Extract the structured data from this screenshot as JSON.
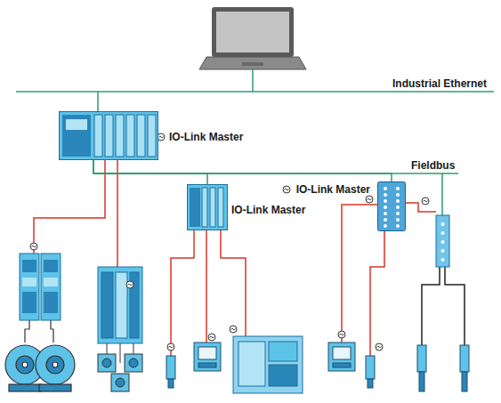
{
  "diagram": {
    "nodes": [
      {
        "text": [
          "IO-Link Master"
        ]
      },
      {
        "text": [
          "IO-Link Master"
        ]
      },
      {
        "text": [
          "IO-Link Master"
        ]
      }
    ],
    "edges": [
      {
        "from": 0,
        "to": 1,
        "arrow": "none"
      },
      {
        "from": 0,
        "to": 2,
        "arrow": "none"
      }
    ],
    "labels": [
      "Industrial Ethernet",
      "Fieldbus"
    ]
  }
}
